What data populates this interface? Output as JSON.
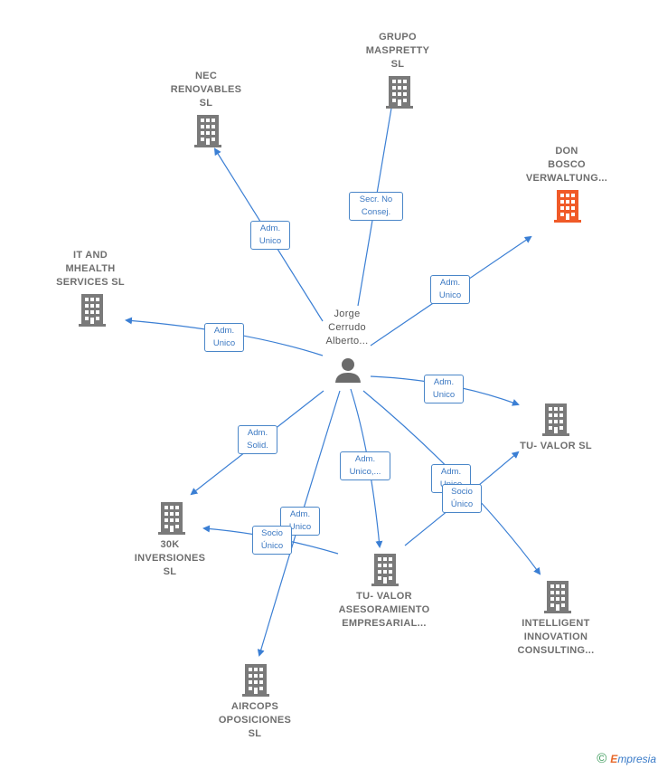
{
  "center": {
    "name": "Jorge\nCerrudo\nAlberto..."
  },
  "nodes": {
    "grupo": "GRUPO\nMASPRETTY\nSL",
    "nec": "NEC\nRENOVABLES\nSL",
    "don_bosco": "DON\nBOSCO\nVERWALTUNG...",
    "it_mhealth": "IT AND\nMHEALTH\nSERVICES  SL",
    "tu_valor_sl": "TU- VALOR  SL",
    "k30": "30K\nINVERSIONES\nSL",
    "tu_valor_ase": "TU- VALOR\nASESORAMIENTO\nEMPRESARIAL...",
    "intelligent": "INTELLIGENT\nINNOVATION\nCONSULTING...",
    "aircops": "AIRCOPS\nOPOSICIONES\nSL"
  },
  "edges": {
    "secr_no_consej": "Secr.  No\nConsej.",
    "adm_unico_nec": "Adm.\nUnico",
    "adm_unico_don": "Adm.\nUnico",
    "adm_unico_it": "Adm.\nUnico",
    "adm_unico_tuvalor": "Adm.\nUnico",
    "adm_solid": "Adm.\nSolid.",
    "adm_unico_multi": "Adm.\nUnico,...",
    "adm_unico_intel": "Adm.\nUnico",
    "socio_unico_tuvalor": "Socio\nÚnico",
    "adm_unico_aircops": "Adm.\nUnico",
    "socio_unico_30k": "Socio\nÚnico"
  },
  "footer": {
    "copyright": "©",
    "brand_e": "E",
    "brand_rest": "mpresia"
  },
  "colors": {
    "edge": "#3b7fd4",
    "building": "#7a7a7a",
    "highlight": "#f05a28",
    "person": "#6b6b6b"
  }
}
